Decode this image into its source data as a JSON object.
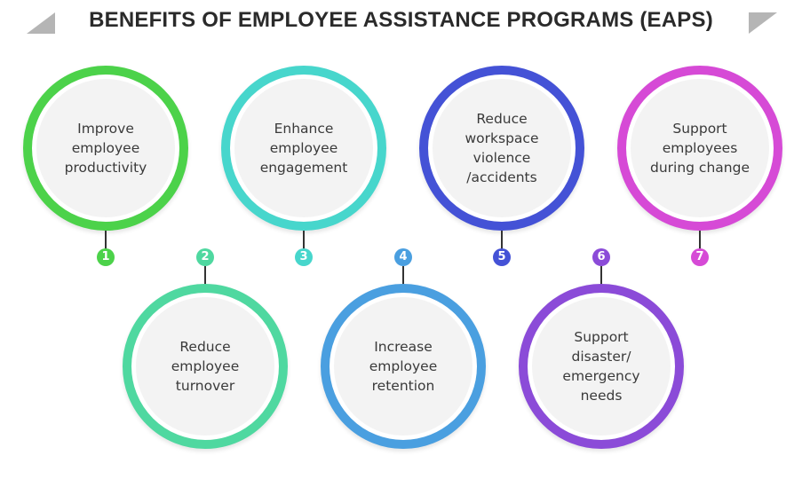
{
  "title": "BENEFITS OF EMPLOYEE ASSISTANCE PROGRAMS (EAPS)",
  "items": [
    {
      "number": "1",
      "text": "Improve\nemployee\nproductivity",
      "color": "#4cd24a"
    },
    {
      "number": "2",
      "text": "Reduce\nemployee\nturnover",
      "color": "#4fd8a0"
    },
    {
      "number": "3",
      "text": "Enhance\nemployee\nengagement",
      "color": "#47d6cc"
    },
    {
      "number": "4",
      "text": "Increase\nemployee\nretention",
      "color": "#4a9fe0"
    },
    {
      "number": "5",
      "text": "Reduce\nworkspace\nviolence\n/accidents",
      "color": "#4452d6"
    },
    {
      "number": "6",
      "text": "Support\ndisaster/\nemergency\nneeds",
      "color": "#8b4bd8"
    },
    {
      "number": "7",
      "text": "Support\nemployees\nduring change",
      "color": "#d64ad6"
    }
  ],
  "decor_color": "#b5b5b5",
  "connector_color": "#333333"
}
